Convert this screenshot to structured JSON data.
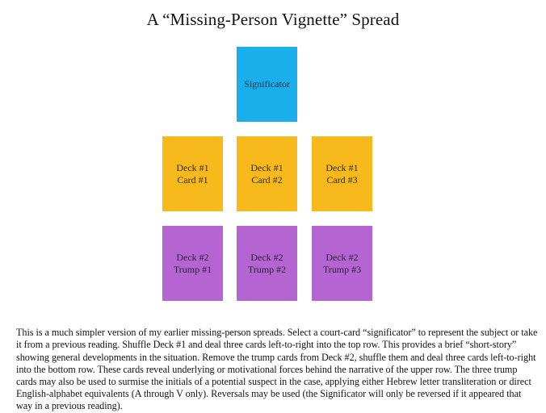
{
  "title": "A “Missing-Person Vignette” Spread",
  "colors": {
    "significator": "#1aaeea",
    "deck1": "#f8b91c",
    "deck2": "#b465d2"
  },
  "layout": {
    "significator": {
      "line1": "Significator"
    },
    "top_row": [
      {
        "line1": "Deck #1",
        "line2": "Card #1"
      },
      {
        "line1": "Deck #1",
        "line2": "Card #2"
      },
      {
        "line1": "Deck #1",
        "line2": "Card #3"
      }
    ],
    "bottom_row": [
      {
        "line1": "Deck #2",
        "line2": "Trump #1"
      },
      {
        "line1": "Deck #2",
        "line2": "Trump #2"
      },
      {
        "line1": "Deck #2",
        "line2": "Trump #3"
      }
    ]
  },
  "description": "This is a much simpler version of my earlier missing-person spreads. Select a court-card “significator” to represent the subject or take it from a previous reading. Shuffle Deck #1 and deal three cards left-to-right into the top row. This provides a brief “short-story” showing general developments in the situation. Remove the trump cards from Deck #2, shuffle them and deal three cards left-to-right into the bottom row. These cards reveal underlying or motivational forces behind the narrative of the upper row. The three trump cards may also be used to surmise the initials of a potential suspect in the case, applying either Hebrew letter transliteration or direct English-alphabet equivalents (A through V only). Reversals may be used (the Significator will only be reversed if it appeared that way in a previous reading)."
}
